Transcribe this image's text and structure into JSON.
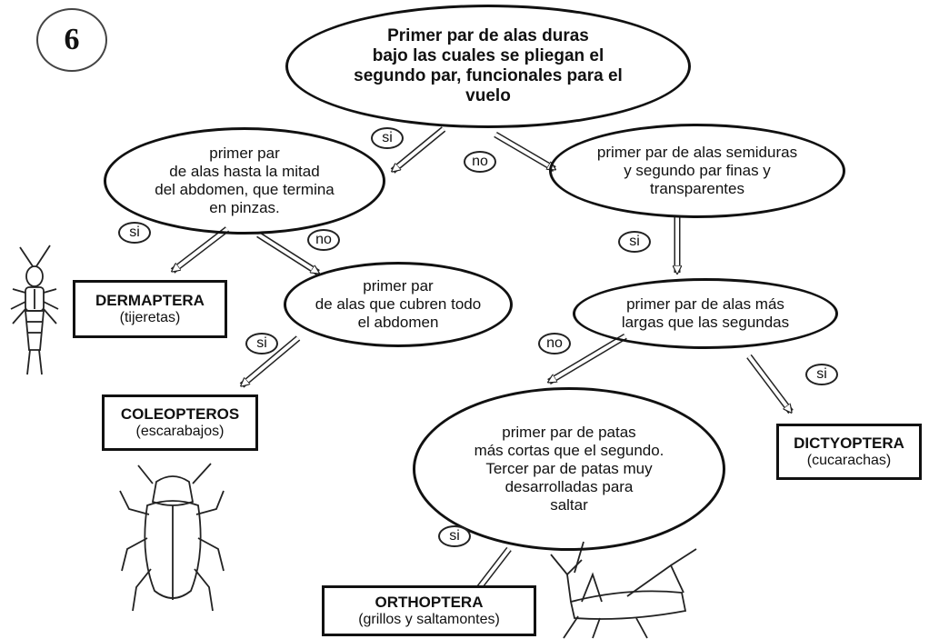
{
  "diagram_number": "6",
  "questions": {
    "q0": [
      "Primer par de alas duras",
      "bajo las cuales se pliegan  el",
      "segundo  par, funcionales para el",
      "vuelo"
    ],
    "q1": [
      "primer par",
      "de alas hasta la mitad",
      "del abdomen, que termina",
      "en pinzas."
    ],
    "q2": [
      "primer par de alas semiduras",
      "y segundo par finas y",
      "transparentes"
    ],
    "q3": [
      "primer par",
      "de alas que cubren todo",
      "el abdomen"
    ],
    "q4": [
      "primer par de alas más",
      "largas que las segundas"
    ],
    "q5": [
      "primer par de patas",
      "más cortas que el segundo.",
      "Tercer par de patas muy",
      "desarrolladas para",
      "saltar"
    ]
  },
  "orders": {
    "dermaptera": {
      "name": "DERMAPTERA",
      "common": "(tijeretas)"
    },
    "coleopteros": {
      "name": "COLEOPTEROS",
      "common": "(escarabajos)"
    },
    "dictyoptera": {
      "name": "DICTYOPTERA",
      "common": "(cucarachas)"
    },
    "orthoptera": {
      "name": "ORTHOPTERA",
      "common": "(grillos y saltamontes)"
    }
  },
  "labels": {
    "yes": "si",
    "no": "no"
  },
  "illustrations": [
    "earwig-illustration",
    "beetle-illustration",
    "grasshopper-illustration"
  ]
}
